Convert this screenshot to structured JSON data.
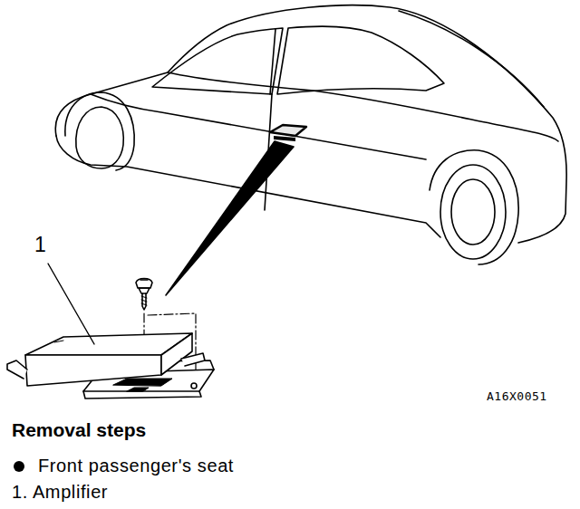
{
  "diagram": {
    "title": "Removal steps",
    "labels": [
      "1",
      "A16X0051",
      "Front passenger's seat",
      "1. Amplifier"
    ]
  }
}
